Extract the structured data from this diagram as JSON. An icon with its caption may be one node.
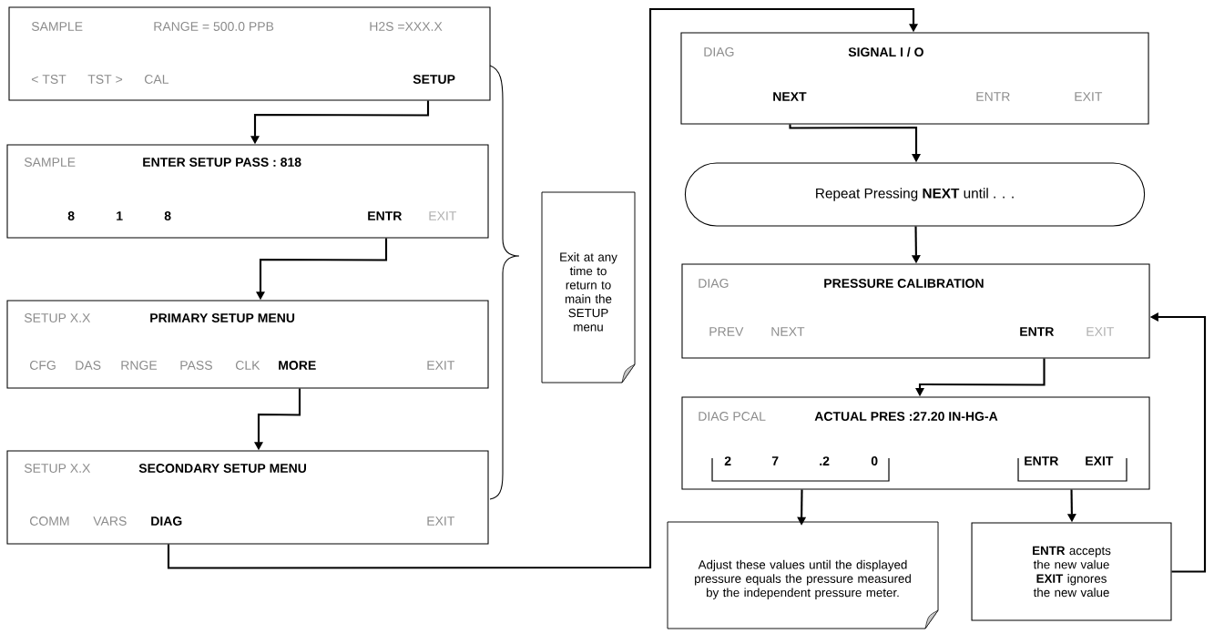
{
  "diagram": {
    "nodes": [
      {
        "text": [
          "SAMPLE",
          "RANGE = 500.0 PPB",
          "H2S =XXX.X",
          "< TST",
          "TST >",
          "CAL",
          "SETUP"
        ]
      },
      {
        "text": [
          "SAMPLE",
          "ENTER SETUP PASS : 818",
          "8",
          "1",
          "8",
          "ENTR",
          "EXIT"
        ]
      },
      {
        "text": [
          "SETUP X.X",
          "PRIMARY SETUP MENU",
          "CFG",
          "DAS",
          "RNGE",
          "PASS",
          "CLK",
          "MORE",
          "EXIT"
        ]
      },
      {
        "text": [
          "SETUP X.X",
          "SECONDARY SETUP MENU",
          "COMM",
          "VARS",
          "DIAG",
          "EXIT"
        ]
      },
      {
        "text": [
          "Exit at any time to return to main the SETUP menu"
        ]
      },
      {
        "text": [
          "DIAG",
          "SIGNAL I / O",
          "NEXT",
          "ENTR",
          "EXIT"
        ]
      },
      {
        "text": [
          "Repeat Pressing **NEXT** until . . ."
        ]
      },
      {
        "text": [
          "DIAG",
          "PRESSURE CALIBRATION",
          "PREV",
          "NEXT",
          "ENTR",
          "EXIT"
        ]
      },
      {
        "text": [
          "DIAG PCAL",
          "ACTUAL PRES :27.20 IN-HG-A",
          "2",
          "7",
          ".2",
          "0",
          "ENTR",
          "EXIT"
        ]
      },
      {
        "text": [
          "Adjust these values until the displayed pressure equals the pressure measured by the independent pressure meter."
        ]
      },
      {
        "text": [
          "**ENTR** accepts the new value",
          "**EXIT** ignores the new value"
        ]
      }
    ],
    "edges": [
      {
        "from": 0,
        "to": 1,
        "arrow": "to"
      },
      {
        "from": 1,
        "to": 2,
        "arrow": "to"
      },
      {
        "from": 2,
        "to": 3,
        "arrow": "to"
      },
      {
        "from": 3,
        "to": 5,
        "arrow": "to"
      },
      {
        "from": 5,
        "to": 6,
        "arrow": "to"
      },
      {
        "from": 6,
        "to": 7,
        "arrow": "to"
      },
      {
        "from": 7,
        "to": 8,
        "arrow": "to"
      },
      {
        "from": 8,
        "to": 9,
        "arrow": "to"
      },
      {
        "from": 8,
        "to": 10,
        "arrow": "to"
      },
      {
        "from": 10,
        "to": 7,
        "arrow": "to"
      }
    ]
  }
}
